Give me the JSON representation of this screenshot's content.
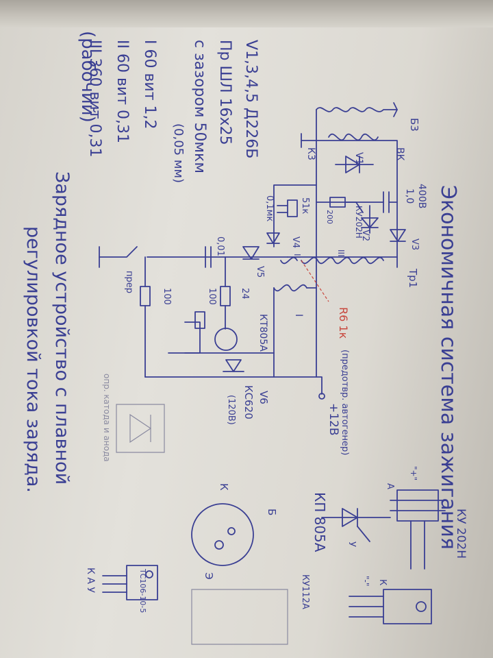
{
  "notes": {
    "working_tag": "(рабочий)",
    "diodes_note": "V1,3,4,5 Д226Б",
    "core_note": "Пр ШЛ 16х25",
    "gap_note": "с зазором 50мкм",
    "gap_mm": "(0,05 мм)",
    "winding_1": "I 60 вит 1,2",
    "winding_2": "II 60 вит 0,31",
    "winding_3": "III 360 вит 0,31"
  },
  "titles": {
    "main": "Экономичная система зажигания",
    "charger_line1": "Зарядное устройство с плавной",
    "charger_line2": "регулировкой тока заряда."
  },
  "schematic": {
    "b3": "Б3",
    "vk": "ВК",
    "k3": "К3",
    "v1": "V1",
    "cap_voltage": "400В",
    "cap_value": "1,0",
    "r_51k": "51к",
    "r_200": "200",
    "cap_01": "0,1мк",
    "v4": "V4",
    "v2": "V2",
    "v3": "V3",
    "ku202n": "КУ202Н",
    "winding_ii": "II",
    "winding_iii": "III",
    "tr1": "Тр1",
    "v5": "V5",
    "cap_001": "0,01",
    "r_24": "24",
    "r_100a": "100",
    "kt805a": "КТ805А",
    "winding_i": "I",
    "r_100b": "100",
    "prer": "прер",
    "r6_label": "R6 1к",
    "r6_note": "(предотвр. автогенер)",
    "v6": "V6",
    "kc620": "КС620",
    "v120": "(120В)",
    "plus12": "+12В"
  },
  "pinouts": {
    "ku202n_title": "КУ 202Н",
    "kp805a": "КП 805А",
    "ku112a": "КУ112А",
    "label_a": "А",
    "label_k": "К",
    "label_u": "У",
    "plus": "\"+\"",
    "minus": "\"-\"",
    "label_b": "Б",
    "label_e": "Э",
    "label_k2": "К",
    "tc106": "ТС106-10-5",
    "kau": "К А У",
    "opr_note": "опр. катода и анода"
  },
  "colors": {
    "ink": "#3a3f93",
    "red_pen": "#c8463c",
    "paper": "#e1dfd9"
  }
}
